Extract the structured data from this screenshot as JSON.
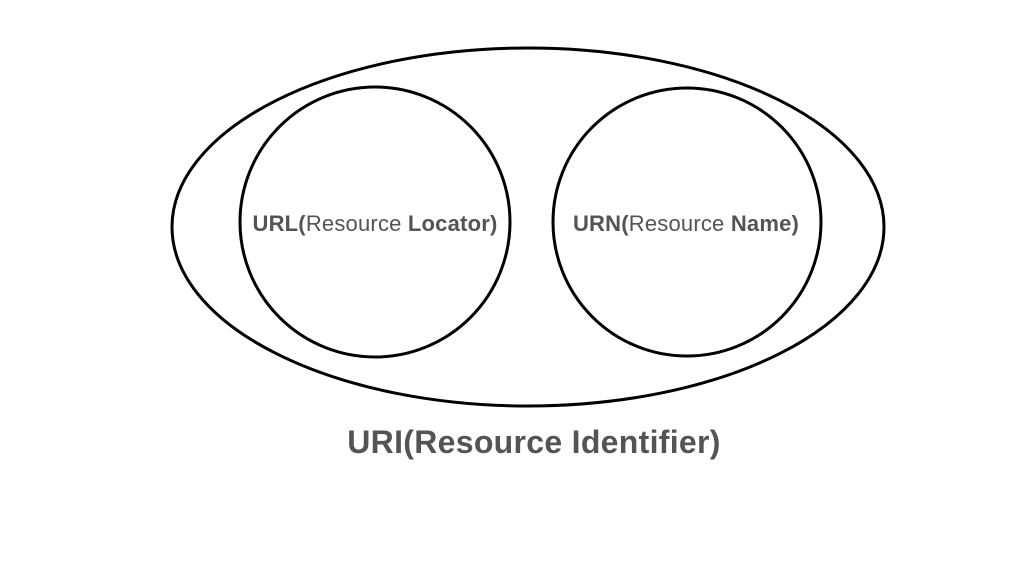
{
  "diagram": {
    "title": "URI(Resource Identifier)",
    "left_circle_label": {
      "bold_prefix": "URL(",
      "regular_middle": "Resource ",
      "bold_suffix": "Locator)"
    },
    "right_circle_label": {
      "bold_prefix": "URN(",
      "regular_middle": "Resource ",
      "bold_suffix": "Name)"
    }
  },
  "colors": {
    "outline": "#000000",
    "label_text": "#545456",
    "background": "#ffffff"
  }
}
